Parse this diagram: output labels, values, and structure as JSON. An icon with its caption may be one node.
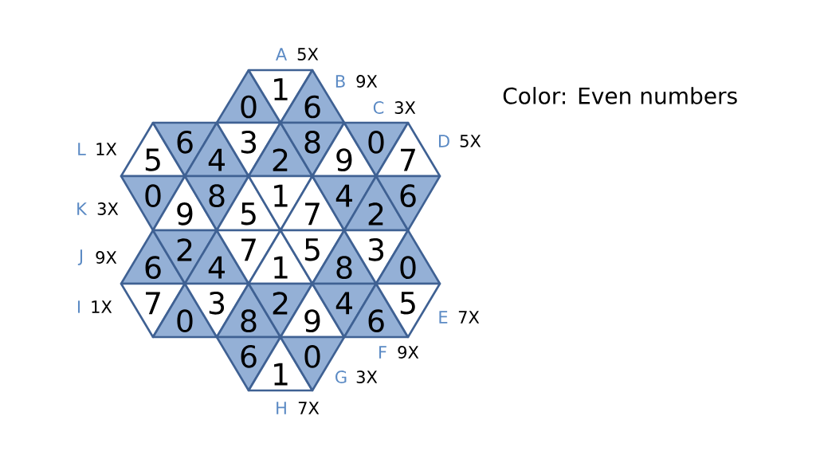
{
  "diagram": {
    "nodes": [
      {
        "text": [
          "0"
        ]
      },
      {
        "text": [
          "1"
        ]
      },
      {
        "text": [
          "6"
        ]
      },
      {
        "text": [
          "5"
        ]
      },
      {
        "text": [
          "6"
        ]
      },
      {
        "text": [
          "4"
        ]
      },
      {
        "text": [
          "3"
        ]
      },
      {
        "text": [
          "2"
        ]
      },
      {
        "text": [
          "8"
        ]
      },
      {
        "text": [
          "9"
        ]
      },
      {
        "text": [
          "0"
        ]
      },
      {
        "text": [
          "7"
        ]
      },
      {
        "text": [
          "0"
        ]
      },
      {
        "text": [
          "9"
        ]
      },
      {
        "text": [
          "8"
        ]
      },
      {
        "text": [
          "5"
        ]
      },
      {
        "text": [
          "1"
        ]
      },
      {
        "text": [
          "7"
        ]
      },
      {
        "text": [
          "4"
        ]
      },
      {
        "text": [
          "2"
        ]
      },
      {
        "text": [
          "6"
        ]
      },
      {
        "text": [
          "6"
        ]
      },
      {
        "text": [
          "2"
        ]
      },
      {
        "text": [
          "4"
        ]
      },
      {
        "text": [
          "7"
        ]
      },
      {
        "text": [
          "1"
        ]
      },
      {
        "text": [
          "5"
        ]
      },
      {
        "text": [
          "8"
        ]
      },
      {
        "text": [
          "3"
        ]
      },
      {
        "text": [
          "0"
        ]
      },
      {
        "text": [
          "7"
        ]
      },
      {
        "text": [
          "0"
        ]
      },
      {
        "text": [
          "3"
        ]
      },
      {
        "text": [
          "8"
        ]
      },
      {
        "text": [
          "2"
        ]
      },
      {
        "text": [
          "9"
        ]
      },
      {
        "text": [
          "4"
        ]
      },
      {
        "text": [
          "6"
        ]
      },
      {
        "text": [
          "5"
        ]
      },
      {
        "text": [
          "6"
        ]
      },
      {
        "text": [
          "1"
        ]
      },
      {
        "text": [
          "0"
        ]
      }
    ],
    "labels": [
      "A",
      "5X",
      "B",
      "9X",
      "C",
      "3X",
      "Color: Even numbers",
      "L",
      "1X",
      "D",
      "5X",
      "K",
      "3X",
      "J",
      "9X",
      "I",
      "1X",
      "E",
      "7X",
      "F",
      "9X",
      "G",
      "3X",
      "H",
      "7X"
    ]
  }
}
